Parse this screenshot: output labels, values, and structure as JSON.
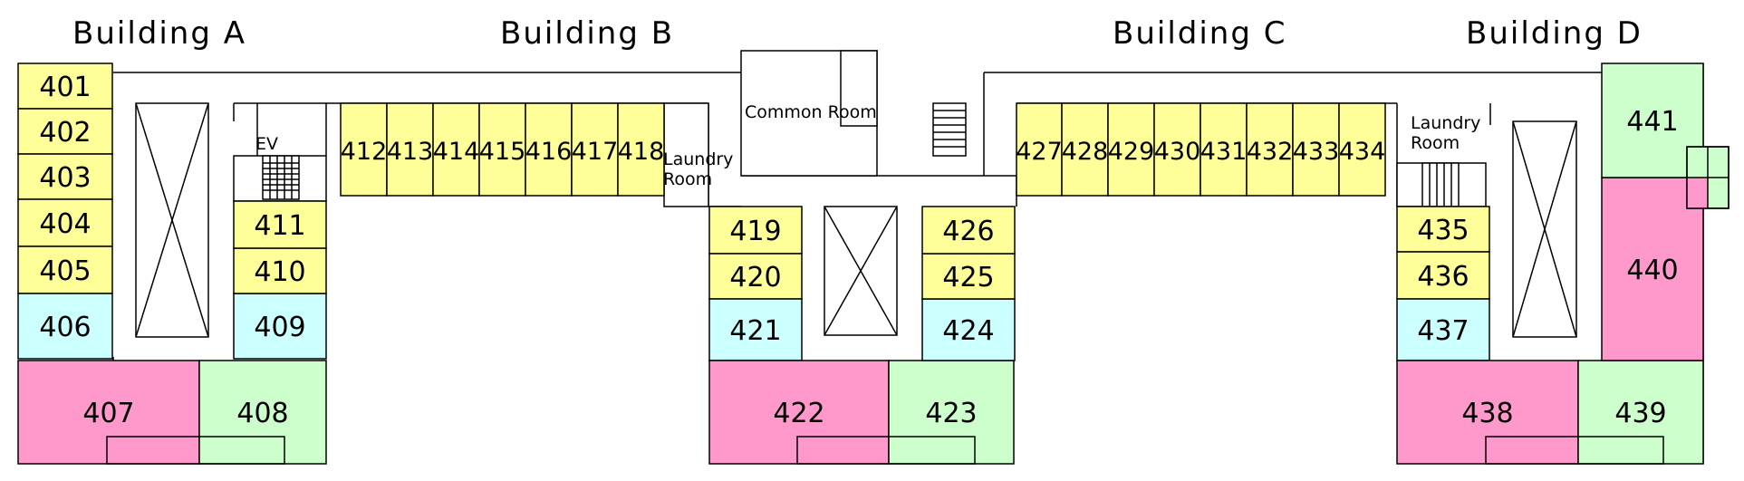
{
  "buildings": [
    "Building A",
    "Building B",
    "Building C",
    "Building D"
  ],
  "labels": {
    "common_room": "Common Room",
    "laundry_b": [
      "Laundry",
      "Room"
    ],
    "laundry_d": [
      "Laundry",
      "Room"
    ],
    "elevator": "EV"
  },
  "colors": {
    "single": "#ffff99",
    "accessible": "#ccffff",
    "large": "#ff99cc",
    "medium": "#ccffcc",
    "service": "#ffffff"
  },
  "rooms": [
    {
      "id": "401",
      "type": "single"
    },
    {
      "id": "402",
      "type": "single"
    },
    {
      "id": "403",
      "type": "single"
    },
    {
      "id": "404",
      "type": "single"
    },
    {
      "id": "405",
      "type": "single"
    },
    {
      "id": "406",
      "type": "accessible"
    },
    {
      "id": "407",
      "type": "large"
    },
    {
      "id": "408",
      "type": "medium"
    },
    {
      "id": "409",
      "type": "accessible"
    },
    {
      "id": "410",
      "type": "single"
    },
    {
      "id": "411",
      "type": "single"
    },
    {
      "id": "412",
      "type": "single"
    },
    {
      "id": "413",
      "type": "single"
    },
    {
      "id": "414",
      "type": "single"
    },
    {
      "id": "415",
      "type": "single"
    },
    {
      "id": "416",
      "type": "single"
    },
    {
      "id": "417",
      "type": "single"
    },
    {
      "id": "418",
      "type": "single"
    },
    {
      "id": "419",
      "type": "single"
    },
    {
      "id": "420",
      "type": "single"
    },
    {
      "id": "421",
      "type": "accessible"
    },
    {
      "id": "422",
      "type": "large"
    },
    {
      "id": "423",
      "type": "medium"
    },
    {
      "id": "424",
      "type": "accessible"
    },
    {
      "id": "425",
      "type": "single"
    },
    {
      "id": "426",
      "type": "single"
    },
    {
      "id": "427",
      "type": "single"
    },
    {
      "id": "428",
      "type": "single"
    },
    {
      "id": "429",
      "type": "single"
    },
    {
      "id": "430",
      "type": "single"
    },
    {
      "id": "431",
      "type": "single"
    },
    {
      "id": "432",
      "type": "single"
    },
    {
      "id": "433",
      "type": "single"
    },
    {
      "id": "434",
      "type": "single"
    },
    {
      "id": "435",
      "type": "single"
    },
    {
      "id": "436",
      "type": "single"
    },
    {
      "id": "437",
      "type": "accessible"
    },
    {
      "id": "438",
      "type": "large"
    },
    {
      "id": "439",
      "type": "medium"
    },
    {
      "id": "440",
      "type": "large"
    },
    {
      "id": "441",
      "type": "medium"
    }
  ]
}
